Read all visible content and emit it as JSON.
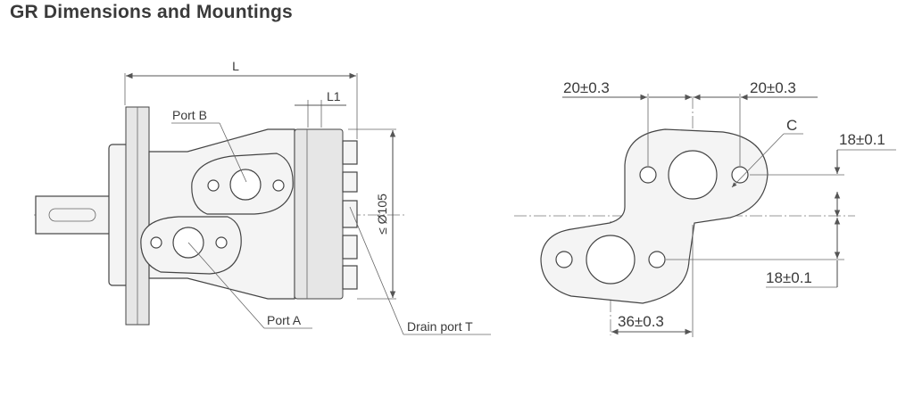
{
  "title": "GR Dimensions and Mountings",
  "side_view": {
    "dim_L": "L",
    "dim_L1": "L1",
    "dim_diameter": "≤ Ø105",
    "port_b": "Port B",
    "port_a": "Port A",
    "drain_port": "Drain port T"
  },
  "end_view": {
    "dim_top_left": "20±0.3",
    "dim_top_right": "20±0.3",
    "callout_c": "C",
    "dim_right_upper": "18±0.1",
    "dim_right_lower": "18±0.1",
    "dim_bottom": "36±0.3"
  }
}
